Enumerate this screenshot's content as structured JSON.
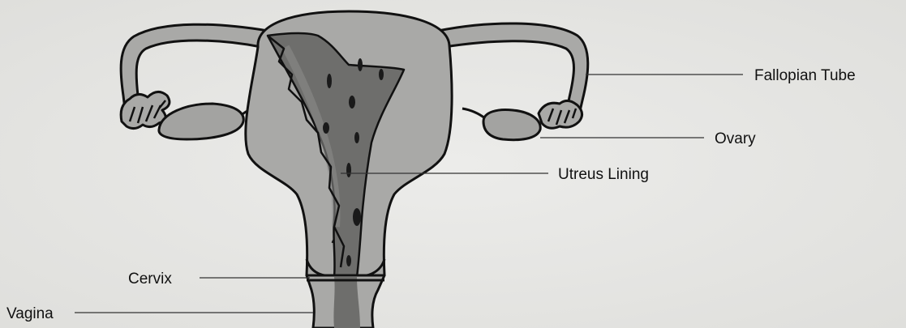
{
  "labels": {
    "fallopian_tube": "Fallopian Tube",
    "ovary": "Ovary",
    "uterus_lining": "Utreus Lining",
    "cervix": "Cervix",
    "vagina": "Vagina"
  },
  "colors": {
    "background": "#e6e6e3",
    "tissue": "#a9a9a7",
    "lining": "#6e6e6c",
    "outline": "#111111"
  }
}
